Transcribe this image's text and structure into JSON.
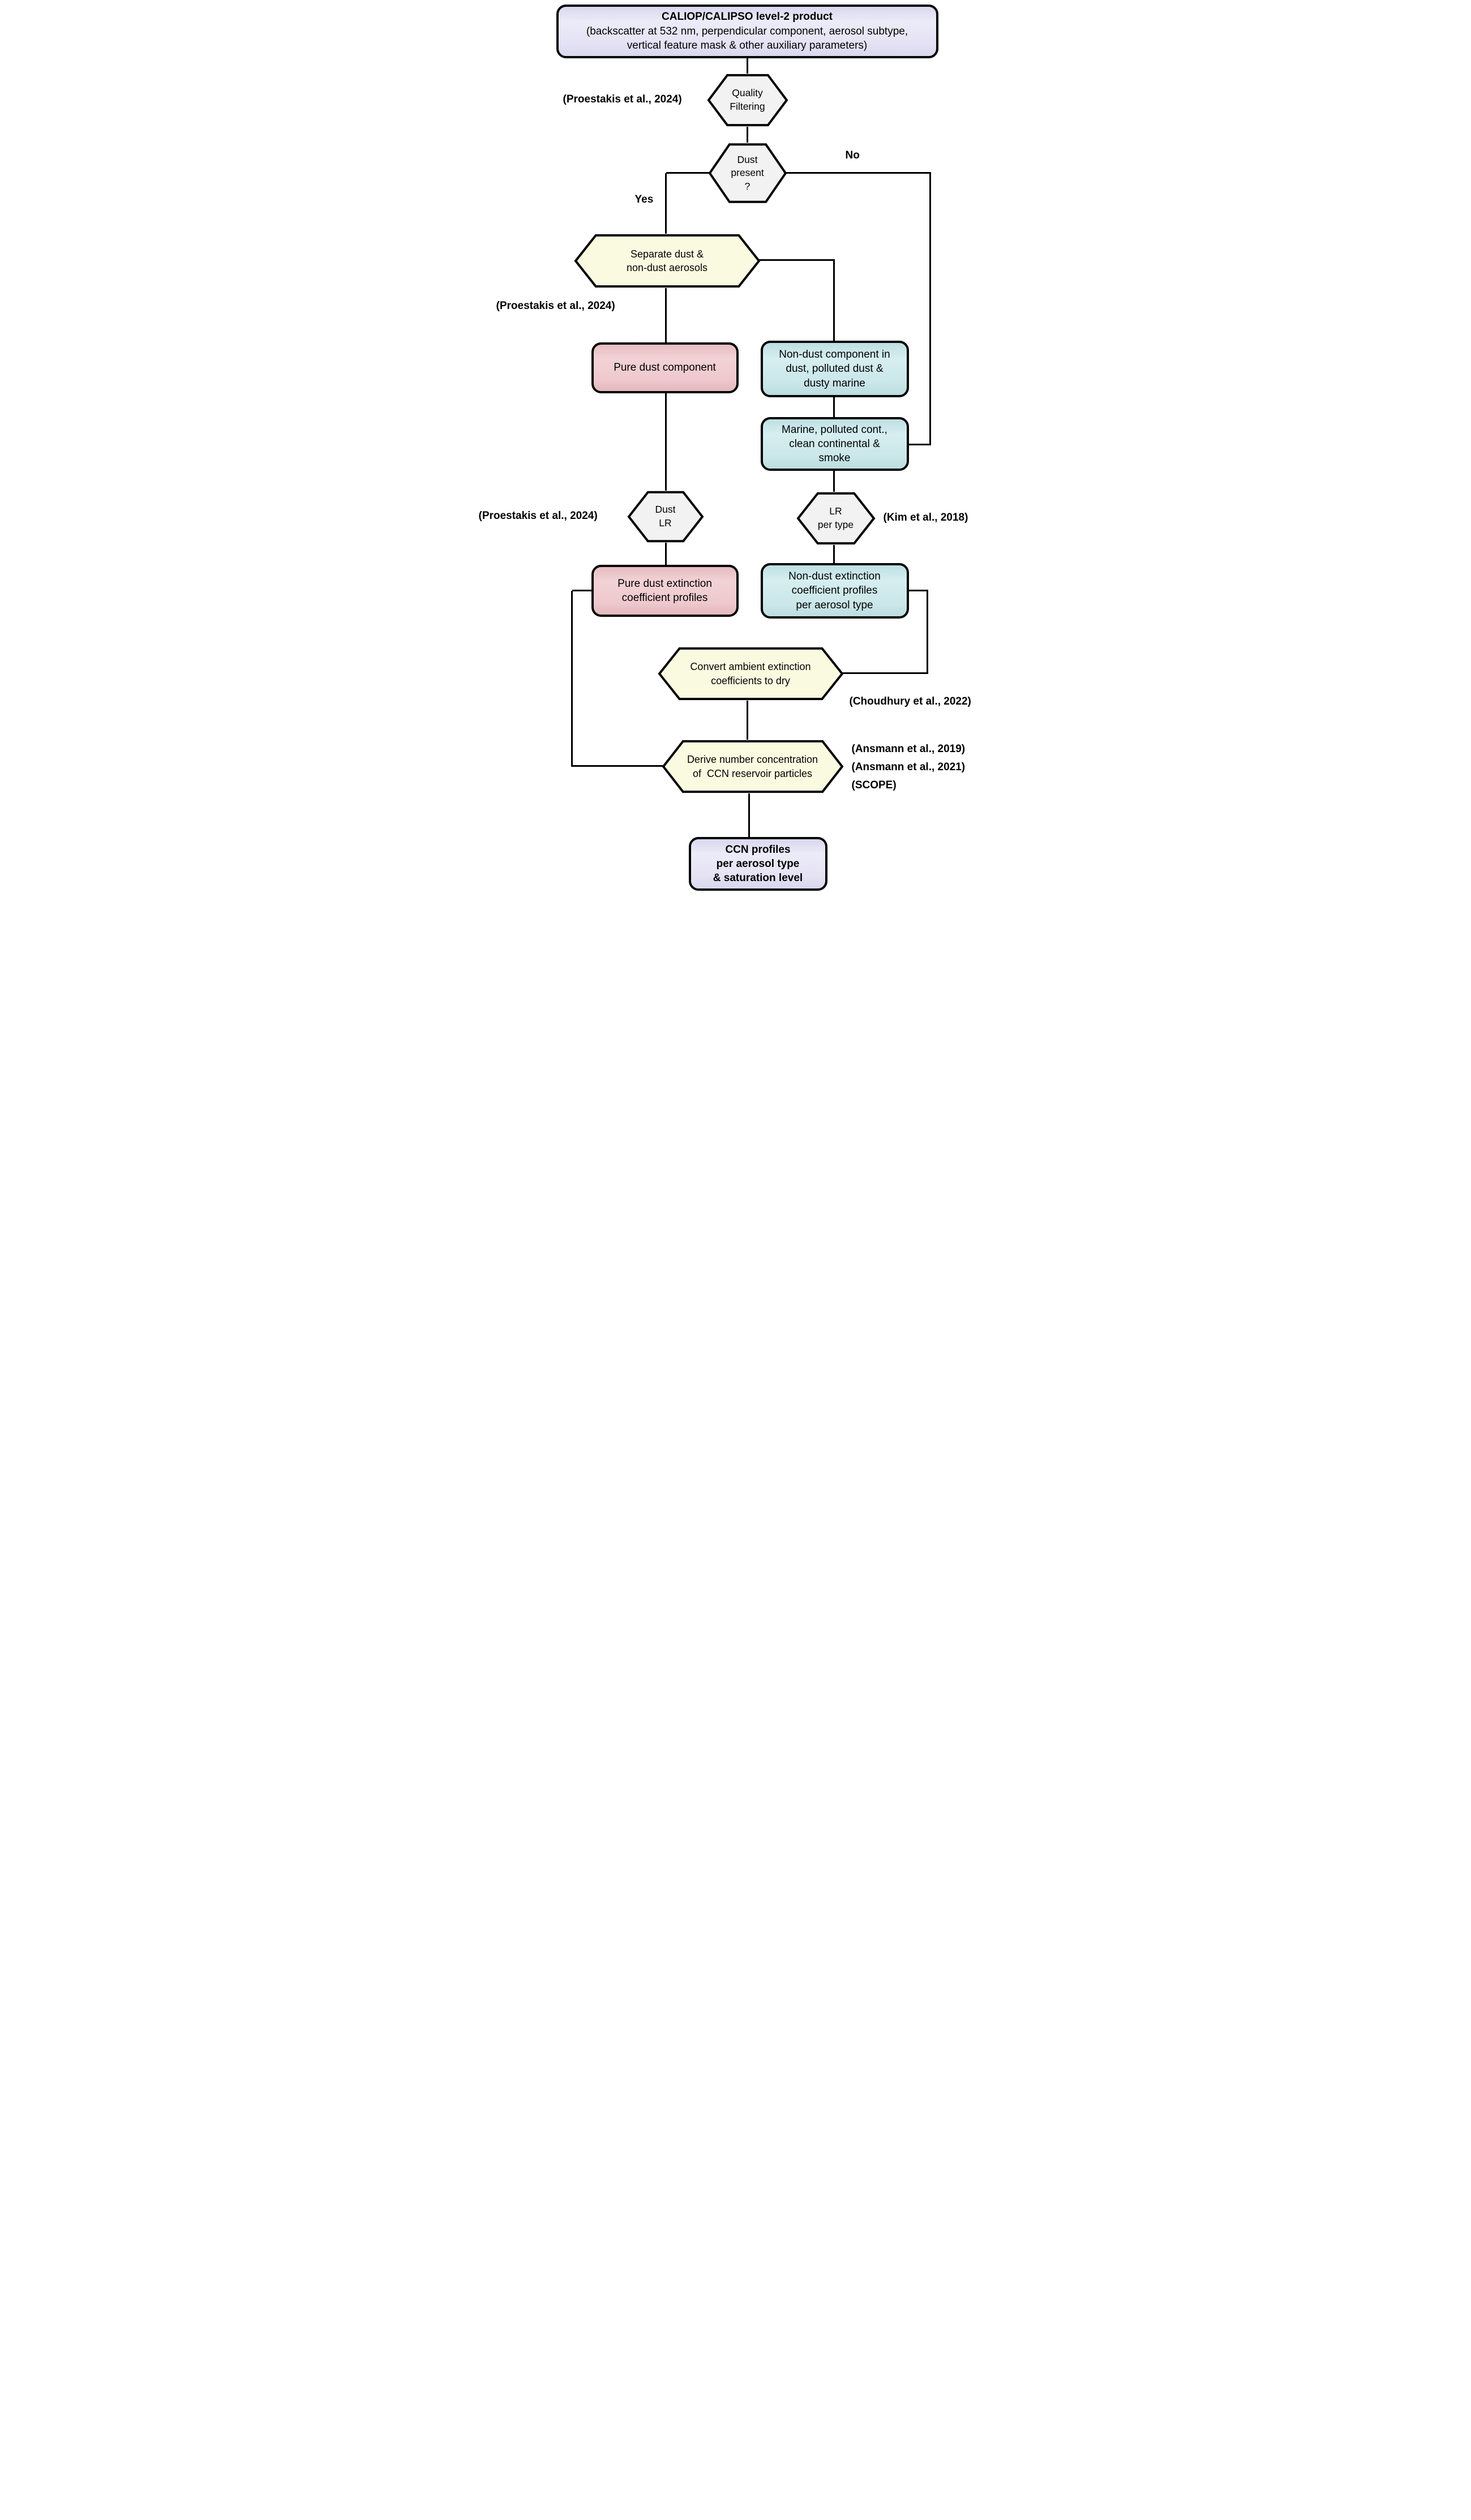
{
  "diagram": {
    "title_box": {
      "title": "CALIOP/CALIPSO level-2 product",
      "subtitle": "(backscatter at 532 nm, perpendicular component, aerosol subtype,\nvertical feature mask & other auxiliary parameters)"
    },
    "nodes": {
      "quality_filtering": "Quality\nFiltering",
      "dust_present": "Dust\npresent\n?",
      "separate_aerosols": "Separate dust &\nnon-dust aerosols",
      "pure_dust": "Pure dust component",
      "non_dust_component": "Non-dust component in\ndust, polluted dust &\ndusty marine",
      "marine_types": "Marine, polluted cont.,\nclean continental &\nsmoke",
      "dust_lr": "Dust\nLR",
      "lr_per_type": "LR\nper type",
      "pure_dust_extinction": "Pure dust extinction\ncoefficient profiles",
      "non_dust_extinction": "Non-dust extinction\ncoefficient profiles\nper aerosol type",
      "convert_to_dry": "Convert ambient extinction\ncoefficients to dry",
      "derive_ccn": "Derive number concentration\nof  CCN reservoir particles",
      "ccn_profiles": "CCN profiles\nper aerosol type\n& saturation level"
    },
    "branch_labels": {
      "yes": "Yes",
      "no": "No"
    },
    "citations": {
      "proestakis_1": "(Proestakis et al., 2024)",
      "proestakis_2": "(Proestakis et al., 2024)",
      "proestakis_3": "(Proestakis et al., 2024)",
      "kim": "(Kim et al., 2018)",
      "choudhury": "(Choudhury et al., 2022)",
      "ansmann_2019": "(Ansmann et al., 2019)",
      "ansmann_2021": "(Ansmann et al., 2021)",
      "scope": "(SCOPE)"
    },
    "colors": {
      "lavender_box": "#e6e4f4",
      "pink_box": "#eec9cd",
      "cyan_box": "#cbe7e9",
      "cream_hexagon": "#fafae0",
      "gray_hexagon": "#f2f2f2",
      "line": "#000000"
    }
  }
}
